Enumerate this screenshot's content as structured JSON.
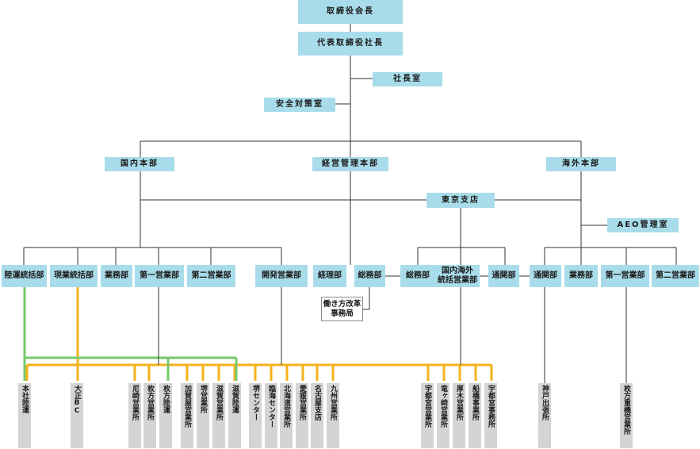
{
  "top": {
    "board": "取締役会長",
    "president": "代表取締役社長",
    "presidents_office": "社長室",
    "safety_office": "安全対策室"
  },
  "divisions": {
    "domestic": "国内本部",
    "management": "経営管理本部",
    "overseas": "海外本部",
    "tokyo_branch": "東京支店",
    "aeo_office": "AEO管理室"
  },
  "departments": {
    "land_transport_control": "陸運統括部",
    "site_control": "現業統括部",
    "operations": "業務部",
    "sales_1": "第一営業部",
    "sales_2": "第二営業部",
    "dev_sales": "開発営業部",
    "accounting": "経理部",
    "general_affairs": "総務部",
    "work_reform": "働き方改革\n事務局",
    "tokyo_general_affairs": "総務部",
    "intl_sales_control": "国内海外\n統括営業部",
    "customs": "通関部",
    "ov_customs": "通関部",
    "ov_operations": "業務部",
    "ov_sales_1": "第一営業部",
    "ov_sales_2": "第二営業部"
  },
  "offices": [
    "本社陸運",
    "大正BC",
    "尼崎営業所",
    "枚方営業所",
    "枚方陸運",
    "加賀屋営業所",
    "堺営業所",
    "滋賀営業所",
    "滋賀陸運",
    "堺センター",
    "臨海センター",
    "北海道営業所",
    "愛媛営業所",
    "名古屋支店",
    "九州営業所",
    "宇都宮営業所",
    "竜ヶ崎営業所",
    "厚木営業所",
    "船橋事業所",
    "宇都宮事務所",
    "神戸出張所",
    "枚方重機営業所"
  ],
  "colors": {
    "box": "#a9dcea",
    "office": "#d4d4d4",
    "line": "#333333",
    "orange": "#f5b21a",
    "green": "#76c96b"
  }
}
